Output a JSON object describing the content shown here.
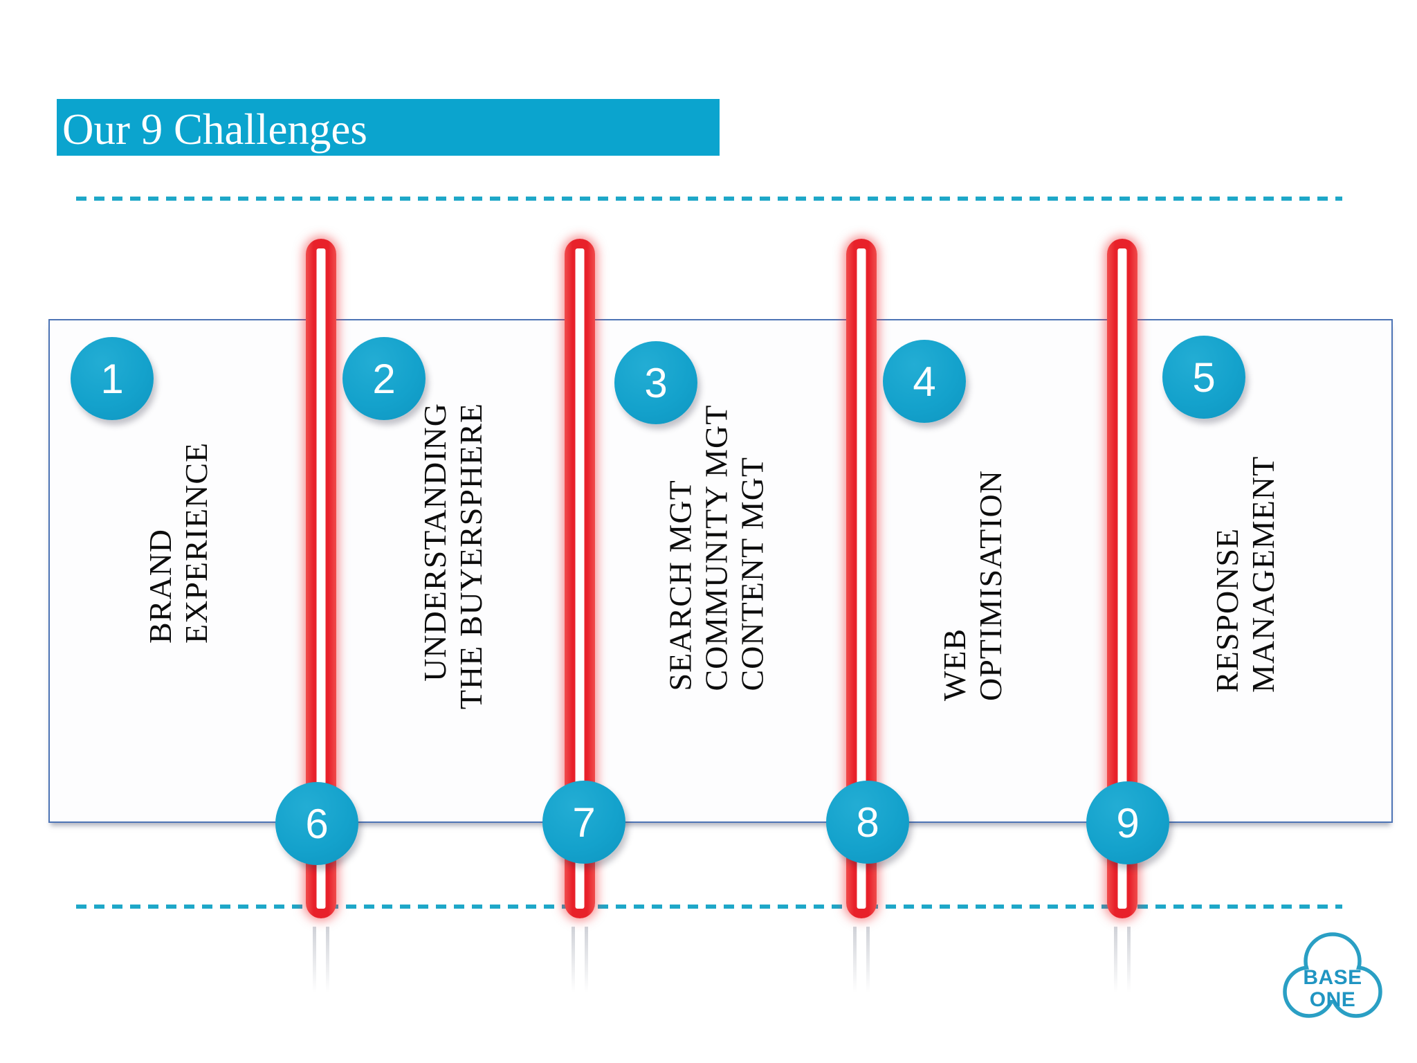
{
  "title": "Our 9 Challenges",
  "colors": {
    "header_teal": "#0ba4ce",
    "dashed_line_teal": "#1ea7c8",
    "bar_red": "#e8212a",
    "box_border_blue": "#4d74b5",
    "circle_teal": "#14a2cc",
    "logo_teal": "#2095c2"
  },
  "challenges": {
    "top_row": [
      {
        "number": "1",
        "label_lines": [
          "BRAND",
          "EXPERIENCE"
        ]
      },
      {
        "number": "2",
        "label_lines": [
          "UNDERSTANDING",
          "THE BUYERSPHERE"
        ]
      },
      {
        "number": "3",
        "label_lines": [
          "SEARCH MGT",
          "COMMUNITY MGT",
          "CONTENT MGT"
        ]
      },
      {
        "number": "4",
        "label_lines": [
          "WEB",
          "OPTIMISATION"
        ]
      },
      {
        "number": "5",
        "label_lines": [
          "RESPONSE",
          "MANAGEMENT"
        ]
      }
    ],
    "bottom_row": [
      {
        "number": "6"
      },
      {
        "number": "7"
      },
      {
        "number": "8"
      },
      {
        "number": "9"
      }
    ]
  },
  "logo": {
    "line1": "BASE",
    "line2": "ONE"
  }
}
